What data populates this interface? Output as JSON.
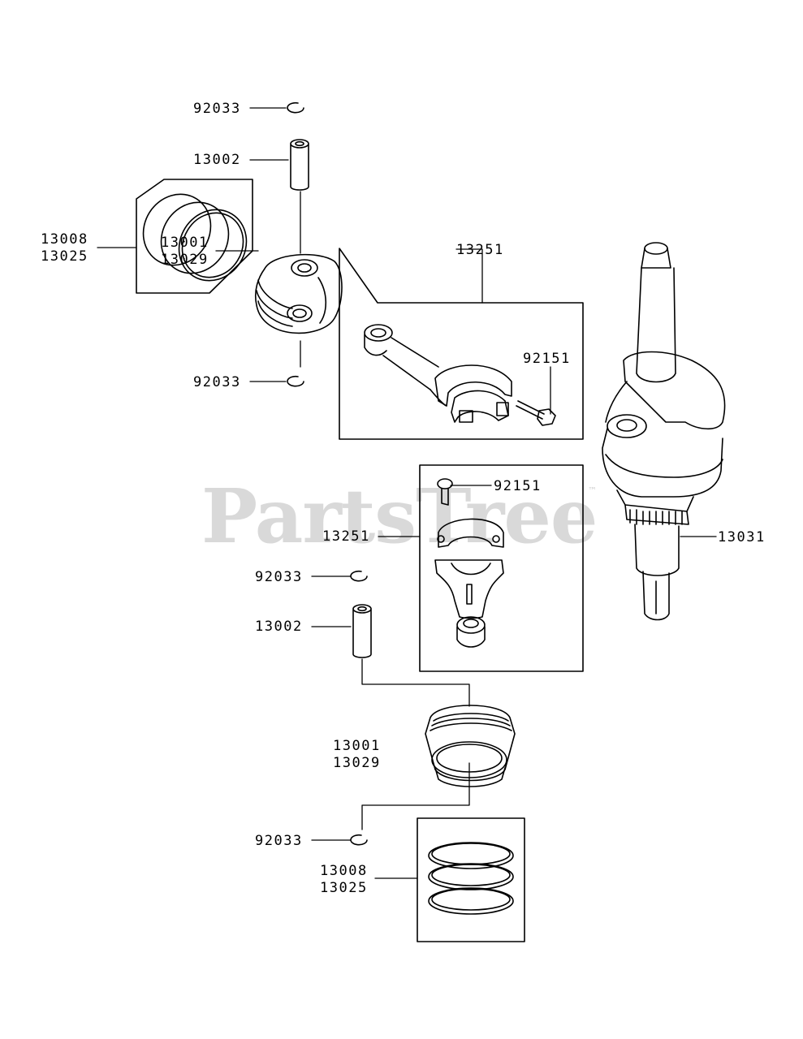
{
  "watermark": {
    "text": "PartsTree",
    "trademark": "™"
  },
  "callouts": {
    "top_circlip_upper": "92033",
    "top_pin": "13002",
    "top_rings_a": "13008",
    "top_rings_b": "13025",
    "top_piston_a": "13001",
    "top_piston_b": "13029",
    "top_circlip_lower": "92033",
    "rod_upper_box": "13251",
    "rod_upper_bolt": "92151",
    "rod_lower_bolt": "92151",
    "rod_lower_box": "13251",
    "crankshaft": "13031",
    "bottom_circlip_upper": "92033",
    "bottom_pin": "13002",
    "bottom_piston_a": "13001",
    "bottom_piston_b": "13029",
    "bottom_circlip_lower": "92033",
    "bottom_rings_a": "13008",
    "bottom_rings_b": "13025"
  }
}
